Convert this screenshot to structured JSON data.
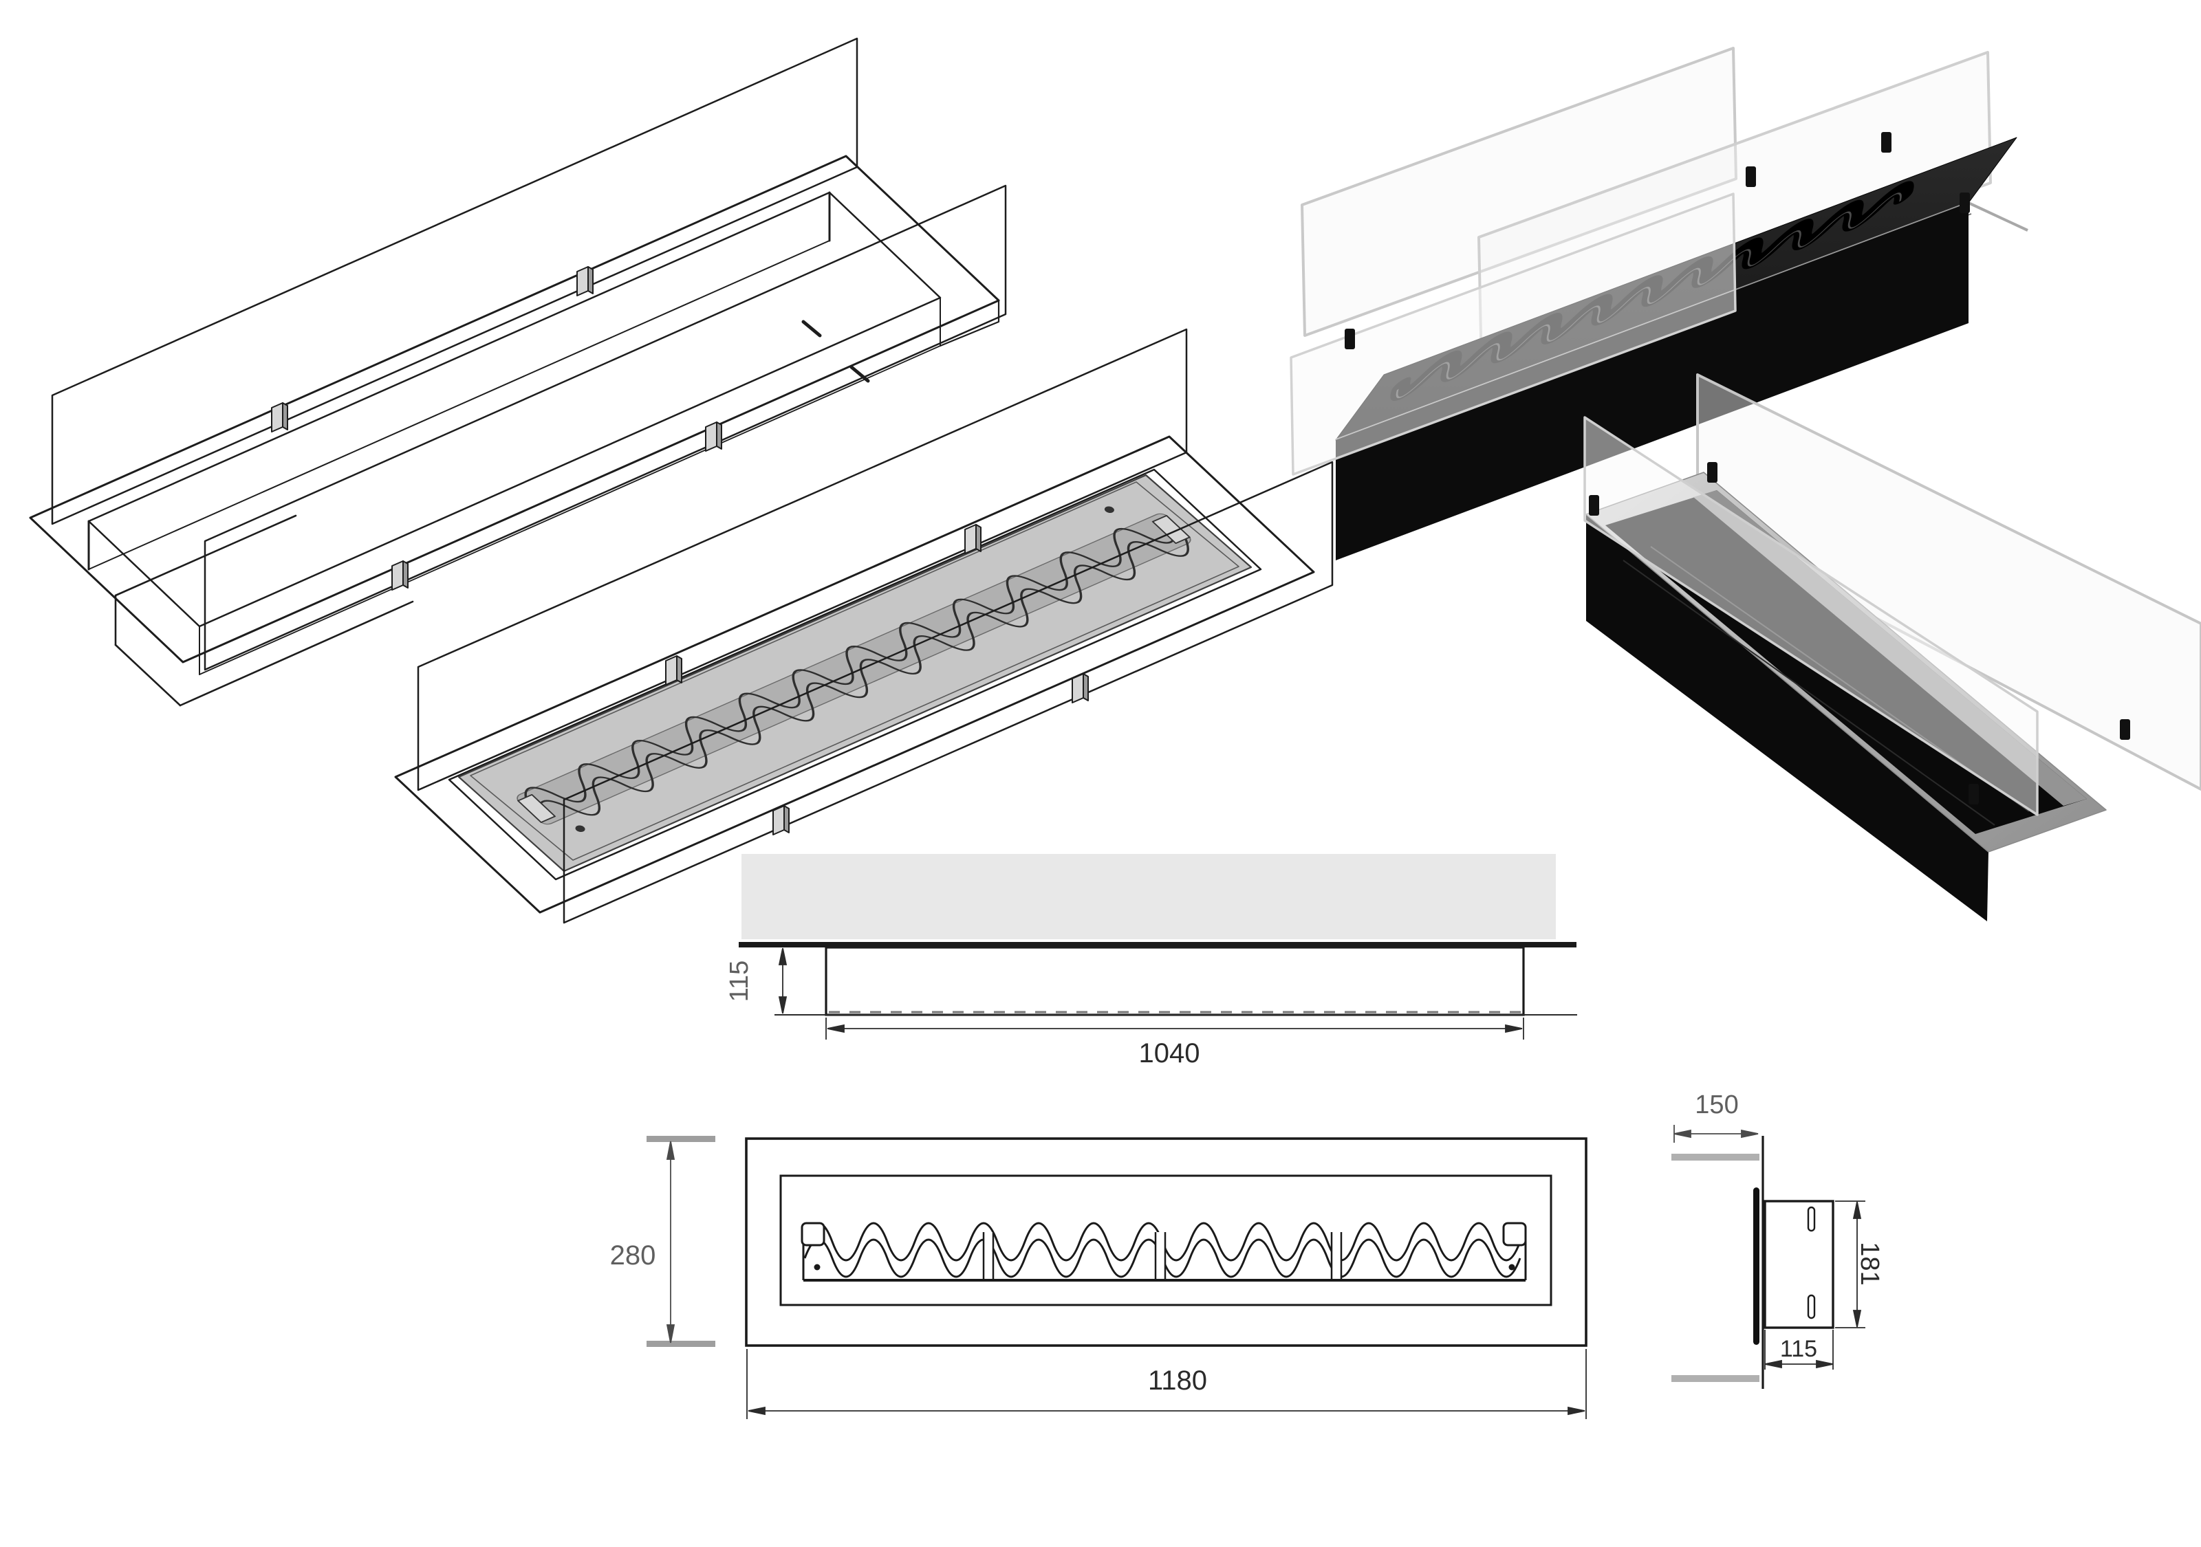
{
  "sheet": {
    "kind": "technical-drawing",
    "subject": "Recessed bio-ethanol burner insert with glass panels",
    "background": "#ffffff"
  },
  "dimensions": {
    "section_view": {
      "insert_depth": "115",
      "inner_width": "1040"
    },
    "front_view": {
      "height": "280",
      "width": "1180"
    },
    "side_view": {
      "niche_depth": "150",
      "height": "181",
      "depth": "115"
    }
  },
  "views": {
    "iso_empty": {
      "name": "isometric wireframe - casing with glass panels"
    },
    "iso_burner": {
      "name": "isometric wireframe - casing with wave burner plate"
    },
    "render_closed": {
      "name": "render - black burner with wave top and glass"
    },
    "render_open": {
      "name": "render - open black tray with glass panels"
    },
    "section": {
      "name": "wall section view"
    },
    "front": {
      "name": "front elevation view"
    },
    "side": {
      "name": "side section view"
    }
  },
  "colors": {
    "line": "#1d1d1d",
    "dim_text_dark": "#2b2b2b",
    "dim_text_gray": "#5f5f5f",
    "wall_fill": "#e8e8e8",
    "tick_gray": "#9e9e9e",
    "plate_fill": "#c6c6c6",
    "glass_stroke": "#c9c9c9",
    "body_black": "#0d0d0d",
    "silver": "#b7b7b7"
  }
}
